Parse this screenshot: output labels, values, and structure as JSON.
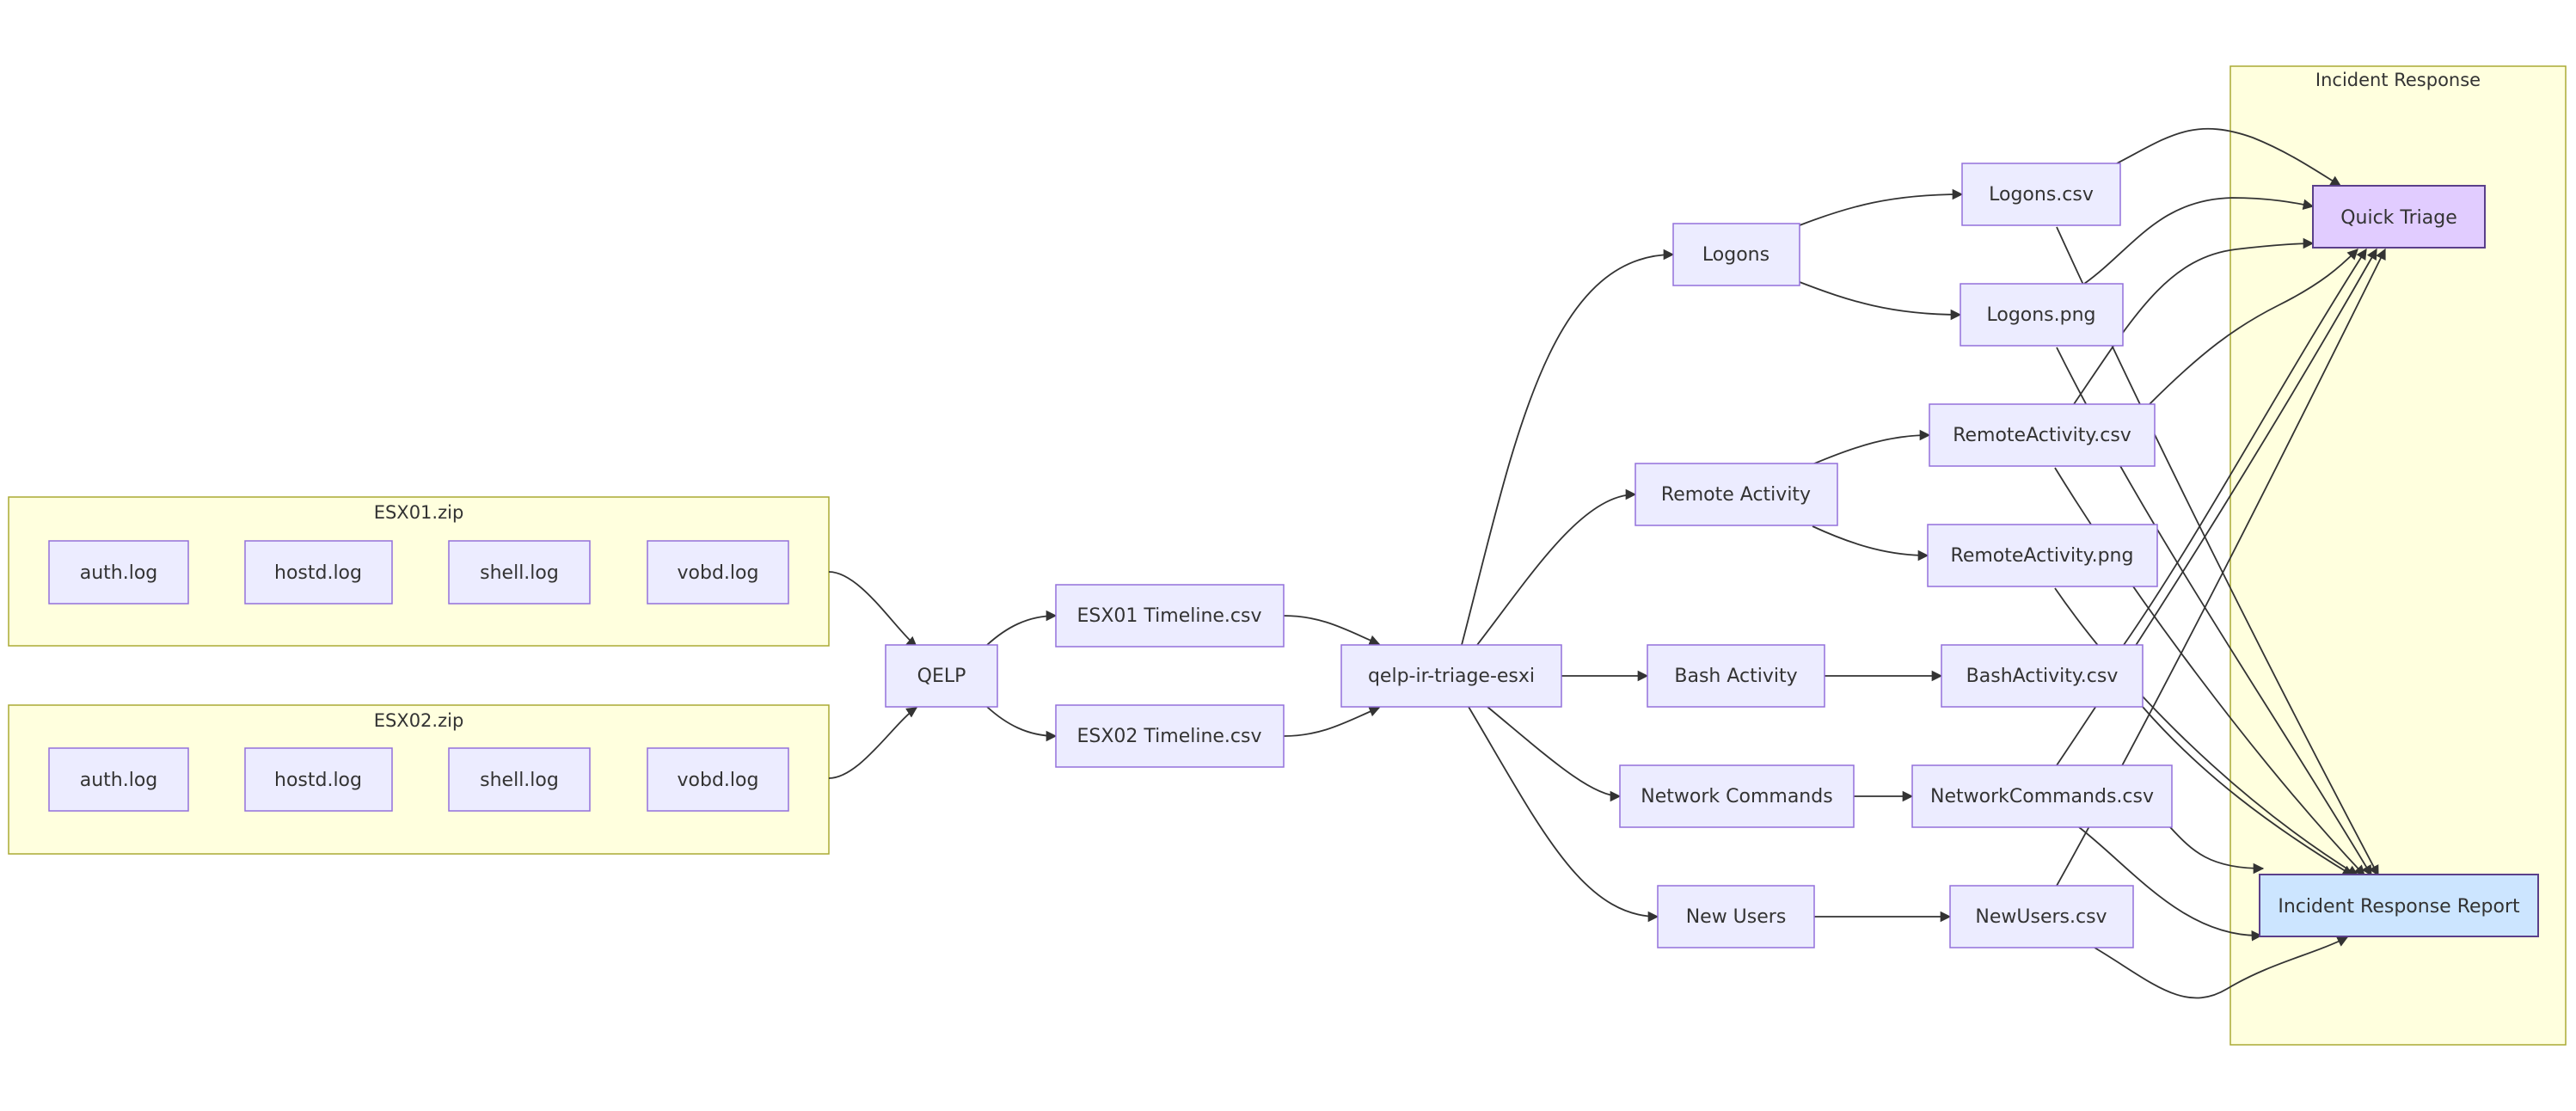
{
  "clusters": {
    "esx01": "ESX01.zip",
    "esx02": "ESX02.zip",
    "ir": "Incident Response"
  },
  "nodes": {
    "esx01_auth": "auth.log",
    "esx01_hostd": "hostd.log",
    "esx01_shell": "shell.log",
    "esx01_vobd": "vobd.log",
    "esx02_auth": "auth.log",
    "esx02_hostd": "hostd.log",
    "esx02_shell": "shell.log",
    "esx02_vobd": "vobd.log",
    "qelp": "QELP",
    "esx01_timeline": "ESX01 Timeline.csv",
    "esx02_timeline": "ESX02 Timeline.csv",
    "triage": "qelp-ir-triage-esxi",
    "logons": "Logons",
    "remote": "Remote Activity",
    "bash": "Bash Activity",
    "netcmd": "Network Commands",
    "newusers": "New Users",
    "logons_csv": "Logons.csv",
    "logons_png": "Logons.png",
    "remote_csv": "RemoteActivity.csv",
    "remote_png": "RemoteActivity.png",
    "bash_csv": "BashActivity.csv",
    "netcmd_csv": "NetworkCommands.csv",
    "newusers_csv": "NewUsers.csv",
    "quick_triage": "Quick Triage",
    "ir_report": "Incident Response Report"
  },
  "colors": {
    "cluster_fill": "#ffffde",
    "cluster_stroke": "#aaaa33",
    "node_fill": "#ececff",
    "node_stroke": "#9370db",
    "quick_triage_fill": "#e1ccff",
    "ir_report_fill": "#cce5ff",
    "edge": "#333333"
  }
}
